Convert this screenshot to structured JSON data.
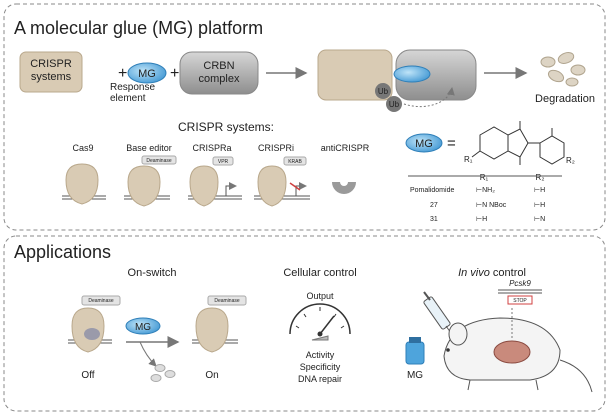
{
  "panels": {
    "top_title": "A molecular glue (MG) platform",
    "bottom_title": "Applications"
  },
  "top": {
    "crispr_label_line1": "CRISPR",
    "crispr_label_line2": "systems",
    "plus1": "+",
    "mg": "MG",
    "plus2": "+",
    "crbn_line1": "CRBN",
    "crbn_line2": "complex",
    "response_line1": "Response",
    "response_line2": "element",
    "ub1": "Ub",
    "ub2": "Ub",
    "degradation": "Degradation"
  },
  "systems": {
    "heading": "CRISPR systems:",
    "items": [
      "Cas9",
      "Base editor",
      "CRISPRa",
      "CRISPRi",
      "antiCRISPR"
    ],
    "tags": {
      "base_editor": "Deaminase",
      "crispra": "VPR",
      "crispri": "KRAB"
    }
  },
  "mg_table": {
    "mg_label": "MG",
    "equals": "=",
    "r1_struct": "R₁",
    "r2_struct": "R₂",
    "col_r1": "R₁",
    "col_r2": "R₂",
    "rows": [
      {
        "name": "Pomalidomide",
        "r1": "⊢NH₂",
        "r2": "⊢H"
      },
      {
        "name": "27",
        "r1": "⊢N  NBoc",
        "r2": "⊢H"
      },
      {
        "name": "31",
        "r1": "⊢H",
        "r2": "⊢N"
      }
    ]
  },
  "apps": {
    "onswitch_title": "On-switch",
    "deaminase1": "Deaminase",
    "deaminase2": "Deaminase",
    "mg": "MG",
    "off": "Off",
    "on": "On",
    "cellular_title": "Cellular control",
    "output": "Output",
    "cellular_items": [
      "Activity",
      "Specificity",
      "DNA repair"
    ],
    "invivo_title_italic": "In vivo",
    "invivo_title_rest": " control",
    "gene": "Pcsk9",
    "stop": "STOP",
    "mg_bottle": "MG"
  },
  "colors": {
    "tan": "#d9cbb4",
    "brown": "#8c5a32",
    "mg_blue": "#4ea4dc",
    "crbn_gray": "#a9a9a9"
  }
}
